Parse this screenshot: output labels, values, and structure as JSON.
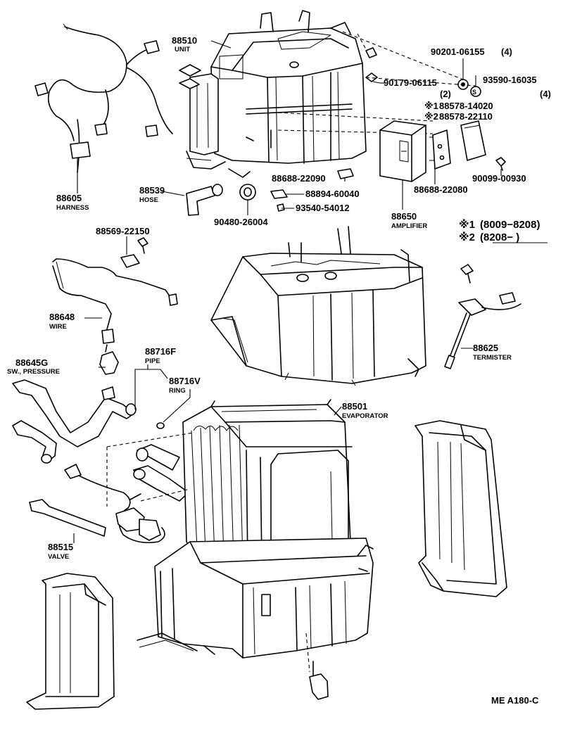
{
  "diagram_code": "ME A180-C",
  "parts": {
    "p88510": {
      "num": "88510",
      "name": "UNIT"
    },
    "p90201": {
      "num": "90201-06155",
      "qty": "(4)"
    },
    "p90179": {
      "num": "90179-06115",
      "qty": "(2)"
    },
    "p93590": {
      "num": "93590-16035",
      "qty": "(4)"
    },
    "p88578a": {
      "mark": "※1",
      "num": "88578-14020"
    },
    "p88578b": {
      "mark": "※2",
      "num": "88578-22110"
    },
    "p88605": {
      "num": "88605",
      "name": "HARNESS"
    },
    "p88539": {
      "num": "88539",
      "name": "HOSE"
    },
    "p88688a": {
      "num": "88688-22090"
    },
    "p88894": {
      "num": "88894-60040"
    },
    "p93540": {
      "num": "93540-54012"
    },
    "p90480": {
      "num": "90480-26004"
    },
    "p88688b": {
      "num": "88688-22080"
    },
    "p90099": {
      "num": "90099-00930"
    },
    "p88650": {
      "num": "88650",
      "name": "AMPLIFIER"
    },
    "p88569": {
      "num": "88569-22150"
    },
    "p88648": {
      "num": "88648",
      "name": "WIRE"
    },
    "p88645": {
      "num": "88645G",
      "name": "SW., PRESSURE"
    },
    "p88716f": {
      "num": "88716F",
      "name": "PIPE"
    },
    "p88716v": {
      "num": "88716V",
      "name": "RING"
    },
    "p88625": {
      "num": "88625",
      "name": "TERMISTER"
    },
    "p88501": {
      "num": "88501",
      "name": "EVAPORATOR"
    },
    "p88515": {
      "num": "88515",
      "name": "VALVE"
    }
  },
  "notes": {
    "n1": {
      "mark": "※1",
      "range": "(8009−8208)"
    },
    "n2": {
      "mark": "※2",
      "range": "(8208−        )"
    }
  }
}
